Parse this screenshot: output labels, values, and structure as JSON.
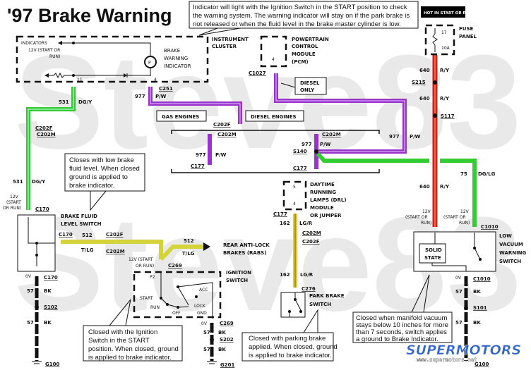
{
  "title": "'97 Brake Warning",
  "watermark": [
    "Steve83",
    "Steve83"
  ],
  "colors": {
    "green": "#33cc33",
    "purple": "#9933cc",
    "red": "#cc2222",
    "yellow": "#cccc33",
    "black": "#111111"
  },
  "top_note": [
    "Indicator will light with the Ignition Switch in the START position to check",
    "the warning system. The warning indicator will stay on if the park brake is",
    "not released or when the fluid level in the brake master cylinder is low."
  ],
  "cluster": {
    "label": [
      "INSTRUMENT",
      "CLUSTER"
    ],
    "indicators": "INDICATORS",
    "v12": [
      "12V (START OR",
      "RUN)"
    ],
    "bwi": [
      "BRAKE",
      "WARNING",
      "INDICATOR"
    ],
    "pin11": "11",
    "pin4": "4"
  },
  "c251": "C251",
  "w531": {
    "num": "531",
    "color": "DG/Y"
  },
  "w977": {
    "num": "977",
    "color": "P/W"
  },
  "gas_engines": "GAS ENGINES",
  "diesel_engines": "DIESEL  ENGINES",
  "diesel_only": [
    "DIESEL",
    "ONLY"
  ],
  "pcm": {
    "label": [
      "POWERTRAIN",
      "CONTROL",
      "MODULE",
      "(PCM)"
    ],
    "pin": "4",
    "conn": "C1027"
  },
  "conn": {
    "c202f": "C202F",
    "c202m": "C202M",
    "c177": "C177",
    "s140": "S140",
    "c170": "C170",
    "c269": "C269",
    "c276": "C276",
    "c1010": "C1010",
    "s215": "S215",
    "s117": "S117",
    "s102": "S102",
    "s202": "S202",
    "s101": "S101",
    "g100": "G100",
    "g201": "G201"
  },
  "hot": "HOT IN START OR RUN",
  "fuse": {
    "label": [
      "FUSE",
      "PANEL"
    ],
    "num": "17",
    "amp": "10A"
  },
  "w640": {
    "num": "640",
    "color": "R/Y"
  },
  "w75": {
    "num": "75",
    "color": "DG/LG"
  },
  "w512": {
    "num": "512",
    "color": "T/LG"
  },
  "w162": {
    "num": "162",
    "color": "LG/R"
  },
  "w57": {
    "num": "57",
    "color": "BK"
  },
  "v12_start_run": [
    "12V",
    "(START",
    "OR RUN)"
  ],
  "v12_start_or": [
    "12V",
    "(START OR",
    "RUN)"
  ],
  "zero_v": "0V",
  "drl": {
    "label": [
      "DAYTIME",
      "RUNNING",
      "LAMPS (DRL)",
      "MODULE",
      "OR JUMPER"
    ],
    "pin5": "5",
    "pin4": "4"
  },
  "fluid_switch": [
    "BRAKE FLUID",
    "LEVEL SWITCH"
  ],
  "fluid_note": [
    "Closes with low brake",
    "fluid level. When closed",
    "ground is applied to",
    "brake indicator."
  ],
  "rabs": [
    "REAR ANTI-LOCK",
    "BRAKES (RABS)"
  ],
  "ignition": {
    "label": [
      "IGNITION",
      "SWITCH"
    ],
    "v12": [
      "12V (START",
      "OR RUN)"
    ],
    "p2": "P2",
    "start": "START",
    "run": "RUN",
    "off": "OFF",
    "acc": "ACC",
    "lock": "LOCK",
    "gnd": "GND"
  },
  "ign_note": [
    "Closed with the Ignition",
    "Switch in the START",
    "position. When closed, ground",
    "is applied to brake indicator."
  ],
  "park_switch": [
    "PARK BRAKE",
    "SWITCH"
  ],
  "park_note": [
    "Closed with parking brake",
    "applied. When closed, ground",
    "is applied to brake indicator."
  ],
  "vac_switch": [
    "LOW",
    "VACUUM",
    "WARNING",
    "SWITCH"
  ],
  "solid_state": [
    "SOLID",
    "STATE"
  ],
  "vac_note": [
    "Closed when manifold vacuum",
    "stays below 10 inches for more",
    "than 7 seconds, switch applies",
    "a ground to Brake Indicator."
  ],
  "logo": {
    "name": "SUPERMOTORS",
    "url": "www.supermotors.net"
  }
}
